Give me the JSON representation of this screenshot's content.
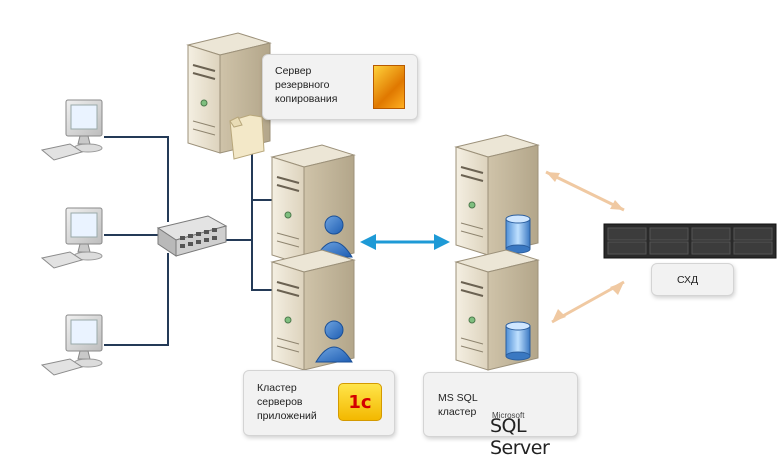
{
  "labels": {
    "backup": "Сервер\nрезервного\nкопирования",
    "app_cluster": "Кластер\nсерверов\nприложений",
    "sql_cluster": "MS SQL\nкластер",
    "storage": "СХД"
  },
  "logos": {
    "onec_text": "1с",
    "sql_microsoft": "Microsoft",
    "sql_brand": "SQL Server"
  },
  "colors": {
    "network_line": "#243a57",
    "cluster_arrow": "#1e9ad6",
    "storage_arrow": "#f0c9a2"
  }
}
